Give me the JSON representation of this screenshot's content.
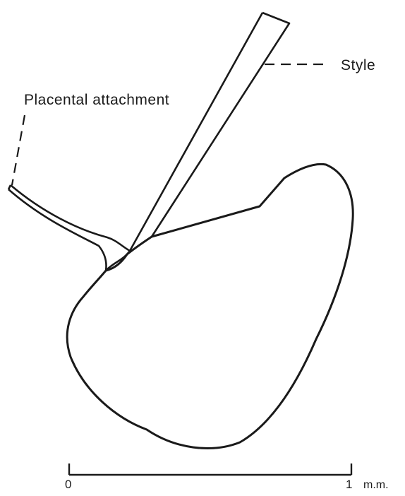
{
  "labels": {
    "placental_attachment": "Placental attachment",
    "style": "Style"
  },
  "scale_bar": {
    "start_label": "0",
    "end_label": "1",
    "unit": "m.m."
  },
  "colors": {
    "ink": "#1a1a1a",
    "background": "#ffffff"
  }
}
